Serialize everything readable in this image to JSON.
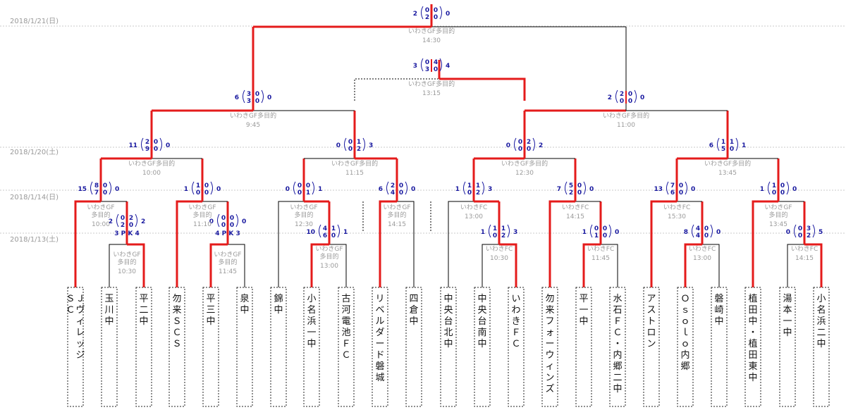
{
  "dates": [
    "2018/1/21(日)",
    "2018/1/20(土)",
    "2018/1/14(日)",
    "2018/1/13(土)"
  ],
  "teams": [
    "Ｊヴィレッジ\nＳＣ",
    "玉川中",
    "平二中",
    "勿来ＳＣＳ",
    "平三中",
    "泉中",
    "錦中",
    "小名浜一中",
    "古河電池ＦＣ",
    "リベルダード磐城",
    "四倉中",
    "中央台北中",
    "中央台南中",
    "いわきＦＣ",
    "勿来フォーウィンズ",
    "平一中",
    "水石ＦＣ・内郷二中",
    "アストロン",
    "Ｏｓｏｌｏ内郷",
    "磐崎中",
    "植田中・植田東中",
    "湯本一中",
    "小名浜二中"
  ],
  "matches": {
    "r1a": {
      "venue": "いわきGF\n多目的",
      "time": "10:30",
      "score_left": "2",
      "score_right": "2",
      "half1": [
        "0",
        "2"
      ],
      "half2": [
        "2",
        "0"
      ],
      "pk": "3 P K 4"
    },
    "r1b": {
      "venue": "いわきGF\n多目的",
      "time": "11:45",
      "score_left": "0",
      "score_right": "0",
      "half1": [
        "0",
        "0"
      ],
      "half2": [
        "0",
        "0"
      ],
      "pk": "4 P K 3"
    },
    "r1c": {
      "venue": "いわきGF\n多目的",
      "time": "13:00",
      "score_left": "10",
      "score_right": "1",
      "half1": [
        "4",
        "1"
      ],
      "half2": [
        "6",
        "0"
      ]
    },
    "r1d": {
      "venue": "いわきFC",
      "time": "10:30",
      "score_left": "1",
      "score_right": "3",
      "half1": [
        "1",
        "1"
      ],
      "half2": [
        "0",
        "2"
      ]
    },
    "r1e": {
      "venue": "いわきFC",
      "time": "11:45",
      "score_left": "1",
      "score_right": "0",
      "half1": [
        "0",
        "0"
      ],
      "half2": [
        "1",
        "0"
      ]
    },
    "r1f": {
      "venue": "いわきFC",
      "time": "13:00",
      "score_left": "8",
      "score_right": "0",
      "half1": [
        "4",
        "0"
      ],
      "half2": [
        "4",
        "0"
      ]
    },
    "r1g": {
      "venue": "いわきFC",
      "time": "14:15",
      "score_left": "0",
      "score_right": "5",
      "half1": [
        "0",
        "3"
      ],
      "half2": [
        "0",
        "2"
      ]
    },
    "r2a": {
      "venue": "いわきGF\n多目的",
      "time": "10:00",
      "score_left": "15",
      "score_right": "0",
      "half1": [
        "8",
        "0"
      ],
      "half2": [
        "7",
        "0"
      ]
    },
    "r2b": {
      "venue": "いわきGF\n多目的",
      "time": "11:10",
      "score_left": "1",
      "score_right": "0",
      "half1": [
        "1",
        "0"
      ],
      "half2": [
        "0",
        "0"
      ]
    },
    "r2c": {
      "venue": "いわきGF\n多目的",
      "time": "12:30",
      "score_left": "0",
      "score_right": "1",
      "half1": [
        "0",
        "0"
      ],
      "half2": [
        "0",
        "1"
      ]
    },
    "r2d": {
      "venue": "いわきGF\n多目的",
      "time": "14:15",
      "score_left": "6",
      "score_right": "0",
      "half1": [
        "2",
        "0"
      ],
      "half2": [
        "4",
        "0"
      ]
    },
    "r2e": {
      "venue": "いわきFC",
      "time": "13:00",
      "score_left": "1",
      "score_right": "3",
      "half1": [
        "1",
        "1"
      ],
      "half2": [
        "0",
        "2"
      ]
    },
    "r2f": {
      "venue": "いわきFC",
      "time": "14:15",
      "score_left": "7",
      "score_right": "0",
      "half1": [
        "5",
        "0"
      ],
      "half2": [
        "2",
        "0"
      ]
    },
    "r2g": {
      "venue": "いわきFC",
      "time": "15:30",
      "score_left": "13",
      "score_right": "0",
      "half1": [
        "7",
        "0"
      ],
      "half2": [
        "6",
        "0"
      ]
    },
    "r2h": {
      "venue": "いわきGF\n多目的",
      "time": "13:45",
      "score_left": "1",
      "score_right": "0",
      "half1": [
        "1",
        "0"
      ],
      "half2": [
        "0",
        "0"
      ]
    },
    "qfa": {
      "venue": "いわきGF多目的",
      "time": "10:00",
      "score_left": "11",
      "score_right": "0",
      "half1": [
        "2",
        "0"
      ],
      "half2": [
        "9",
        "0"
      ]
    },
    "qfb": {
      "venue": "いわきGF多目的",
      "time": "11:15",
      "score_left": "0",
      "score_right": "3",
      "half1": [
        "0",
        "1"
      ],
      "half2": [
        "0",
        "2"
      ]
    },
    "qfc": {
      "venue": "いわきGF多目的",
      "time": "12:30",
      "score_left": "0",
      "score_right": "2",
      "half1": [
        "0",
        "2"
      ],
      "half2": [
        "0",
        "0"
      ]
    },
    "qfd": {
      "venue": "いわきGF多目的",
      "time": "13:45",
      "score_left": "6",
      "score_right": "1",
      "half1": [
        "1",
        "1"
      ],
      "half2": [
        "5",
        "0"
      ]
    },
    "sfa": {
      "venue": "いわきGF多目的",
      "time": "9:45",
      "score_left": "6",
      "score_right": "0",
      "half1": [
        "3",
        "0"
      ],
      "half2": [
        "3",
        "0"
      ]
    },
    "sfb": {
      "venue": "いわきGF多目的",
      "time": "11:00",
      "score_left": "2",
      "score_right": "0",
      "half1": [
        "2",
        "0"
      ],
      "half2": [
        "0",
        "0"
      ]
    },
    "third": {
      "venue": "いわきGF多目的",
      "time": "13:15",
      "score_left": "3",
      "score_right": "4",
      "half1": [
        "0",
        "4"
      ],
      "half2": [
        "3",
        "0"
      ]
    },
    "final": {
      "venue": "いわきGF多目的",
      "time": "14:30",
      "score_left": "2",
      "score_right": "0",
      "half1": [
        "0",
        "0"
      ],
      "half2": [
        "2",
        "0"
      ]
    }
  },
  "colors": {
    "winner_line": "#e41b1b",
    "loser_line": "#000000",
    "score": "#1a1aa0",
    "venue": "#9a9a9a"
  }
}
